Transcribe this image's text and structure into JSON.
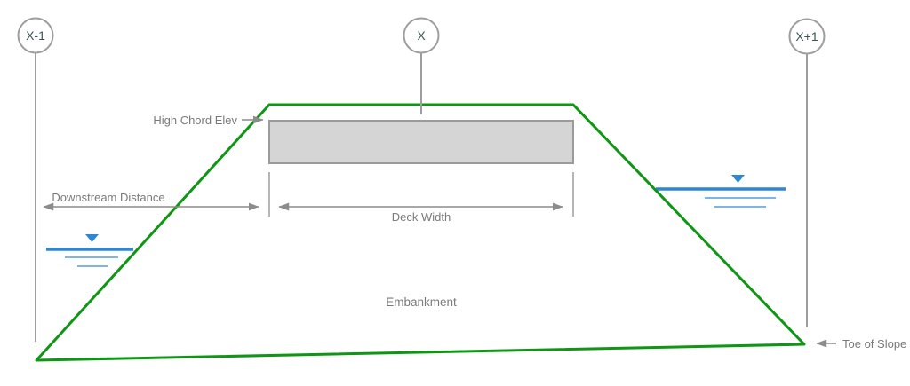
{
  "colors": {
    "embankment_outline": "#0f9614",
    "water": "#2e86d4",
    "water_light": "#7cb6e9",
    "deck_fill": "#d5d5d5",
    "deck_border": "#9b9b9b",
    "marker_line": "#9e9e9e",
    "dimension_line": "#8c8c8c",
    "label_text": "#7a7a7a",
    "marker_text": "#3a5651"
  },
  "section_markers": [
    {
      "label": "X-1"
    },
    {
      "label": "X"
    },
    {
      "label": "X+1"
    }
  ],
  "labels": {
    "high_chord_elev": "High Chord Elev",
    "downstream_distance": "Downstream Distance",
    "deck_width": "Deck Width",
    "embankment": "Embankment",
    "toe_of_slope": "Toe of Slope"
  },
  "icons": {
    "water_surface_marker": "▼"
  }
}
